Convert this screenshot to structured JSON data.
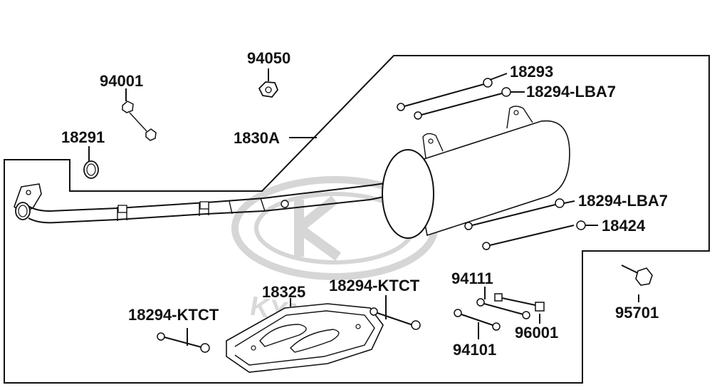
{
  "labels": {
    "p94050": "94050",
    "p94001": "94001",
    "p18291": "18291",
    "p1830A": "1830A",
    "p18293": "18293",
    "p18294_lba7_top": "18294-LBA7",
    "p18294_lba7_right": "18294-LBA7",
    "p18424": "18424",
    "p95701": "95701",
    "p18325": "18325",
    "p18294_ktct_left": "18294-KTCT",
    "p18294_ktct_mid": "18294-KTCT",
    "p94111": "94111",
    "p96001": "96001",
    "p94101": "94101"
  },
  "watermark": {
    "brand_text": "KYMCO"
  },
  "colors": {
    "line": "#111111",
    "part_fill": "#ffffff",
    "watermark": "#d6d6d6"
  }
}
